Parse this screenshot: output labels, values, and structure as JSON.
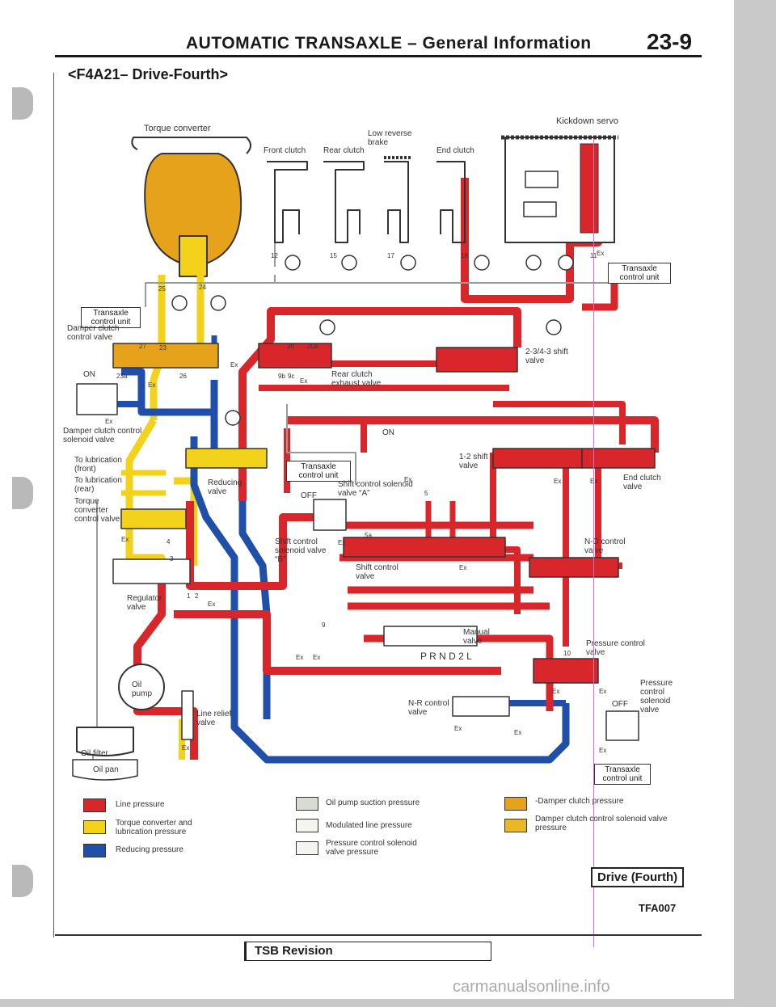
{
  "header": {
    "title": "AUTOMATIC TRANSAXLE – General Information",
    "page_number": "23-9"
  },
  "subtitle": "<F4A21–  Drive-Fourth>",
  "diagram": {
    "labels": {
      "torque_converter": "Torque converter",
      "kickdown_servo": "Kickdown servo",
      "low_reverse_brake_1": "Low reverse",
      "low_reverse_brake_2": "brake",
      "front_clutch": "Front clutch",
      "rear_clutch": "Rear clutch",
      "end_clutch": "End clutch",
      "tcu_a": "Transaxle control unit",
      "tcu_b": "Transaxle control unit",
      "tcu_c": "Transaxle control unit",
      "tcu_d": "Transaxle control unit",
      "damper_clutch_control_valve": "Damper clutch control valve",
      "on_a": "ON",
      "on_b": "ON",
      "off_a": "OFF",
      "off_b": "OFF",
      "damper_clutch_control_solenoid_valve": "Damper clutch control solenoid valve",
      "to_lubrication_front": "To lubrication (front)",
      "to_lubrication_rear": "To lubrication (rear)",
      "torque_converter_control_valve": "Torque converter control valve",
      "shift_234_valve": "2-3/4-3 shift valve",
      "rear_clutch_exhaust_valve": "Rear clutch exhaust valve",
      "reducing_valve": "Reducing valve",
      "shift_control_solenoid_a": "Shift control solenoid valve “A”",
      "shift_12_valve": "1-2 shift valve",
      "end_clutch_valve": "End clutch valve",
      "shift_control_solenoid_b": "Shift control solenoid valve “B”",
      "shift_control_valve": "Shift control valve",
      "nd_control_valve": "N-D control valve",
      "regulator_valve": "Regulator valve",
      "manual_valve": "Manual valve",
      "prnd2l": "P R N D 2 L",
      "pressure_control_valve": "Pressure control valve",
      "pressure_control_solenoid_valve": "Pressure control solenoid valve",
      "oil_pump": "Oil pump",
      "line_relief_valve": "Line relief valve",
      "nr_control_valve": "N-R control valve",
      "oil_filter": "Oil filter",
      "oil_pan": "Oil pan",
      "ex": "Ex"
    },
    "ports": [
      "12",
      "15",
      "17",
      "16",
      "25",
      "24",
      "27",
      "26",
      "23",
      "23a",
      "20",
      "20a",
      "9b",
      "9c",
      "9",
      "5",
      "5a",
      "4",
      "3",
      "2",
      "1",
      "10",
      "11"
    ],
    "colors": {
      "line_pressure": "#d9262b",
      "torque_converter_pressure": "#f2d21a",
      "reducing_pressure": "#1f4fa8",
      "oil_pump_suction": "#d8dbd2",
      "modulated_line": "#f4f4f0",
      "pressure_control_solenoid": "#f4f4f0",
      "damper_clutch": "#e7a21c",
      "damper_solenoid": "#e8b829"
    }
  },
  "legend": {
    "line_pressure": "Line pressure",
    "torque_converter_lube": "Torque converter and lubrication pressure",
    "reducing": "Reducing pressure",
    "oil_pump_suction": "Oil pump suction pressure",
    "modulated_line": "Modulated line pressure",
    "pressure_control_solenoid": "Pressure control solenoid valve pressure",
    "damper_clutch": "-Damper clutch pressure",
    "damper_clutch_solenoid": "Damper clutch control solenoid valve pressure"
  },
  "drive_label": "Drive (Fourth)",
  "figure_code": "TFA007",
  "footer": {
    "tsb": "TSB Revision",
    "watermark": "carmanualsonline.info"
  }
}
